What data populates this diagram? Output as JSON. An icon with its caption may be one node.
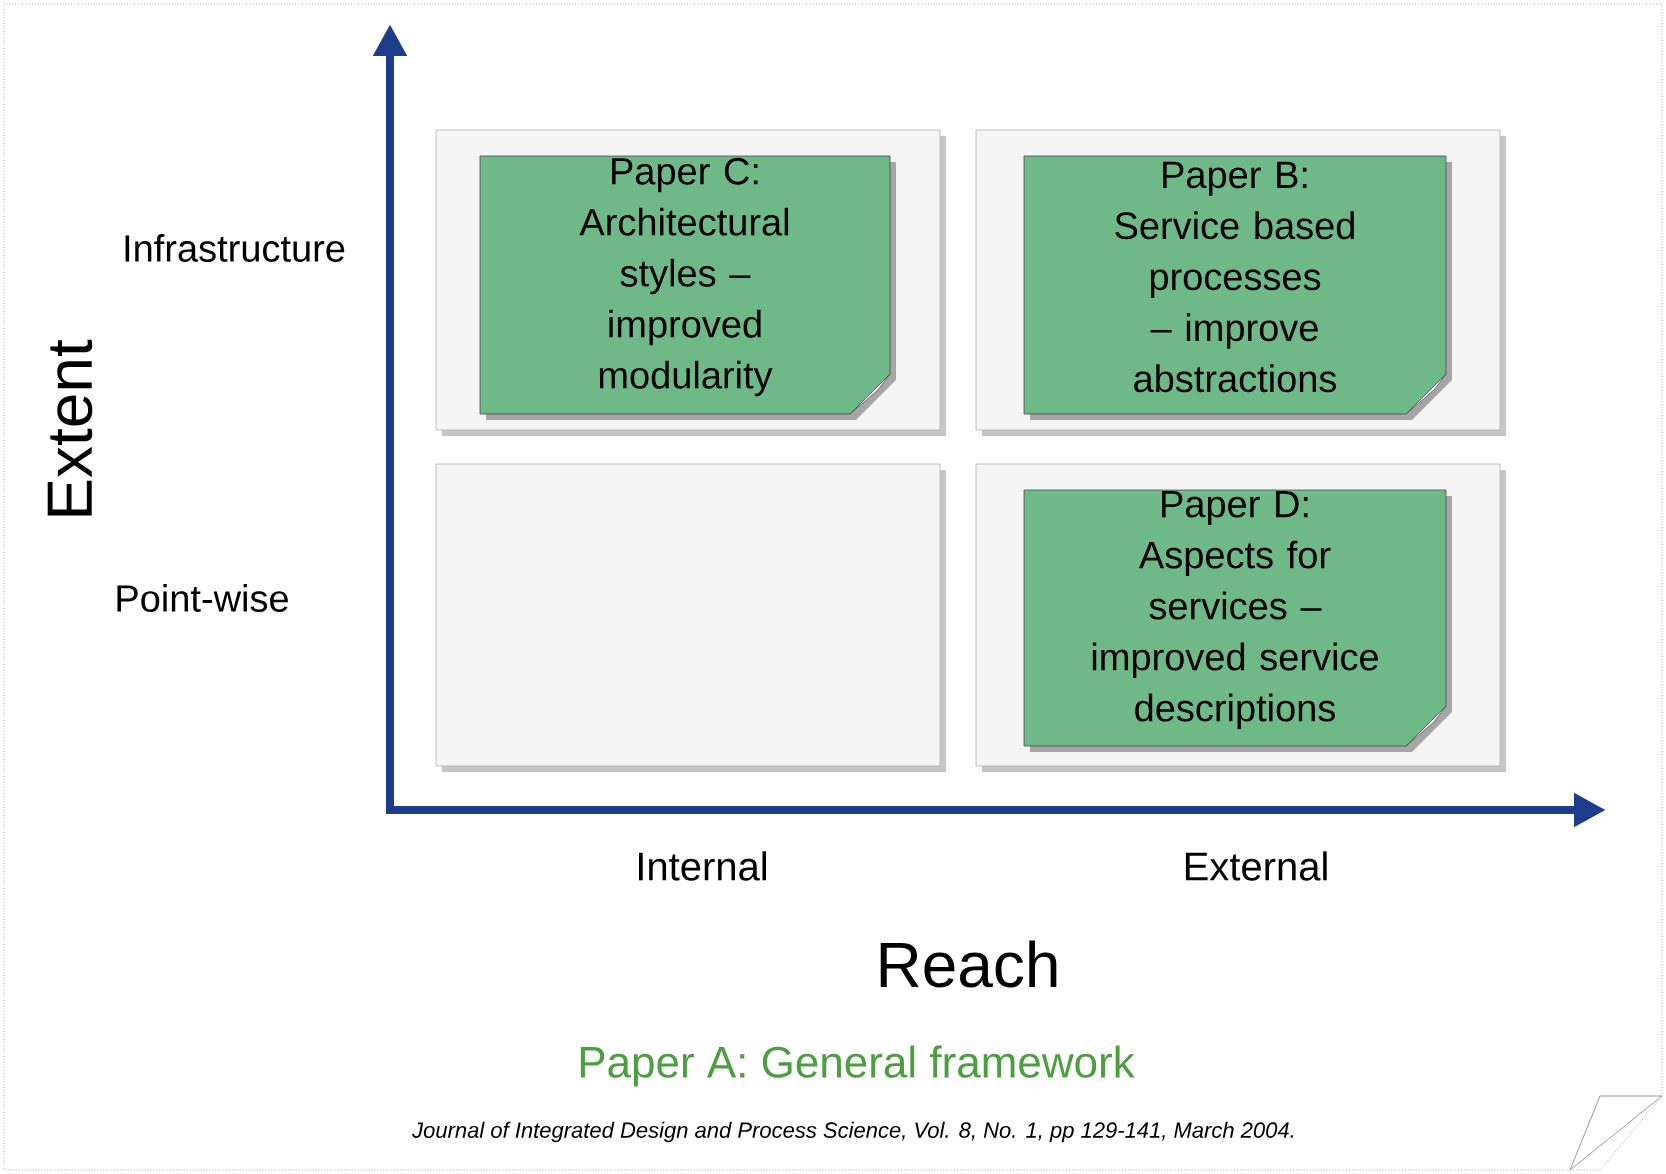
{
  "diagram": {
    "caption": "Journal of Integrated Design and Process Science, Vol. 8, No. 1, pp 129-141, March 2004.",
    "nodes": [
      {
        "text": [],
        "shape": "box"
      },
      {
        "text": [
          "Paper C:",
          "Architectural styles – improved modularity"
        ],
        "in": 0
      },
      {
        "text": [],
        "shape": "box"
      },
      {
        "text": [
          "Paper B:",
          "Service based processes – improve abstractions"
        ],
        "in": 2
      },
      {
        "text": [],
        "shape": "box"
      },
      {
        "text": [],
        "shape": "box"
      },
      {
        "text": [
          "Paper D:",
          "Aspects for services – improved service descriptions"
        ],
        "in": 5
      }
    ],
    "labels": [
      "Infrastructure",
      "Extent",
      "Point-wise",
      "Internal",
      "External",
      "Reach",
      "Paper A: General framework"
    ]
  }
}
